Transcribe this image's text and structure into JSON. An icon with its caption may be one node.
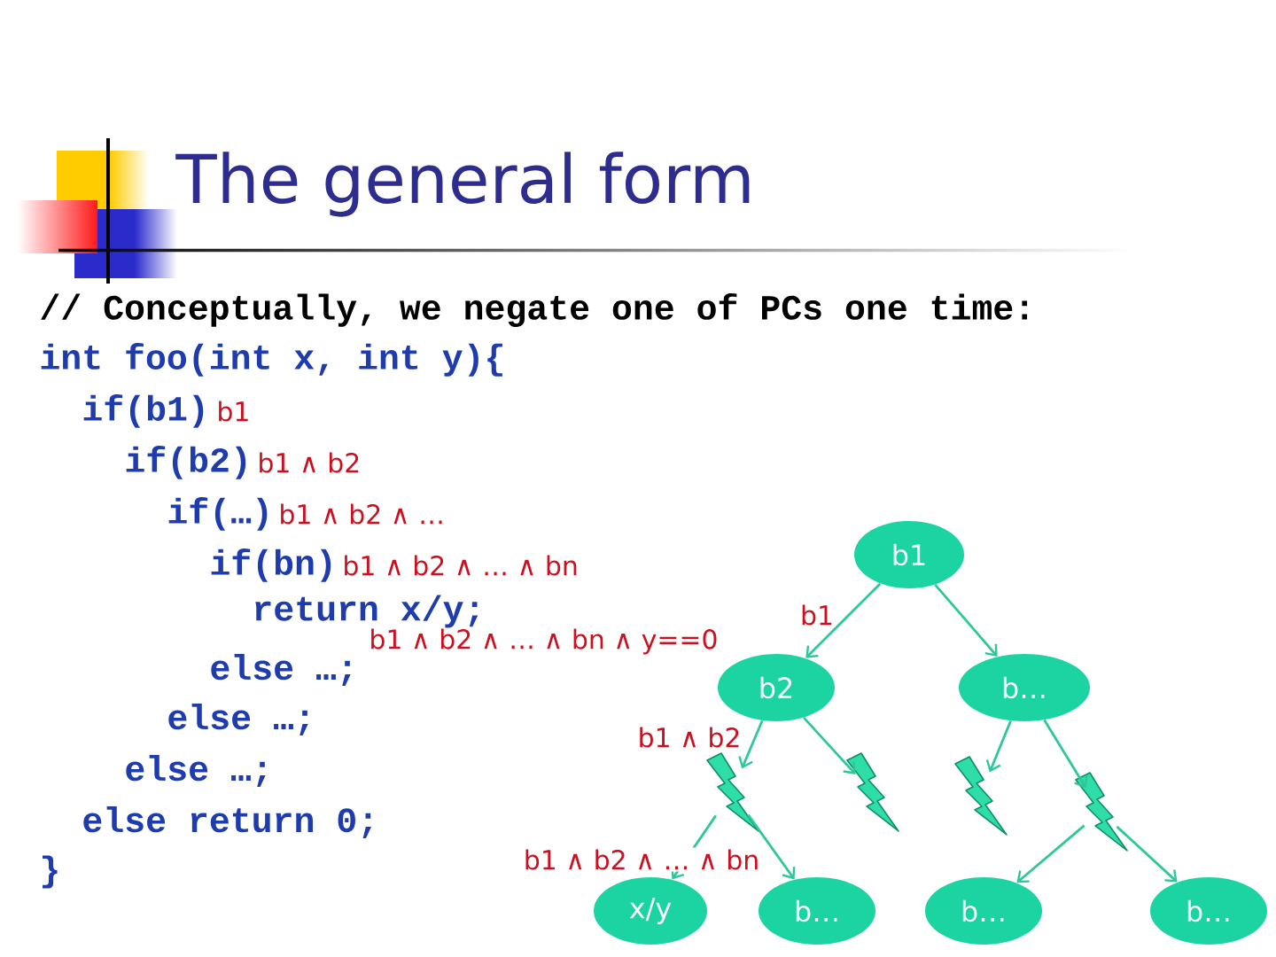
{
  "diagram": {
    "title": "The general form",
    "nodes": [
      {
        "text": [
          "b1"
        ]
      },
      {
        "text": [
          "b2"
        ]
      },
      {
        "text": [
          "b…"
        ]
      },
      {
        "text": [],
        "shape": "lightning"
      },
      {
        "text": [],
        "shape": "lightning"
      },
      {
        "text": [],
        "shape": "lightning"
      },
      {
        "text": [],
        "shape": "lightning"
      },
      {
        "text": [
          "x/y"
        ]
      },
      {
        "text": [
          "b…"
        ]
      },
      {
        "text": [
          "b…"
        ]
      },
      {
        "text": [
          "b…"
        ]
      }
    ],
    "edges": [
      {
        "from": 0,
        "to": 1,
        "arrow": "to",
        "label": "b1"
      },
      {
        "from": 0,
        "to": 2,
        "arrow": "to"
      },
      {
        "from": 1,
        "to": 3,
        "arrow": "to",
        "label": "b1 ∧ b2"
      },
      {
        "from": 1,
        "to": 4,
        "arrow": "to"
      },
      {
        "from": 2,
        "to": 5,
        "arrow": "to"
      },
      {
        "from": 2,
        "to": 6,
        "arrow": "to"
      },
      {
        "from": 3,
        "to": 7,
        "arrow": "to",
        "label": "b1 ∧ b2 ∧ … ∧ bn"
      },
      {
        "from": 3,
        "to": 8,
        "arrow": "to"
      },
      {
        "from": 6,
        "to": 9,
        "arrow": "to"
      },
      {
        "from": 6,
        "to": 10,
        "arrow": "to"
      }
    ],
    "labels": [
      "// Conceptually, we negate one of PCs one time:",
      "int foo(int x, int y){",
      "if(b1)",
      "b1",
      "if(b2)",
      "b1 ∧ b2",
      "if(…)",
      "b1 ∧ b2 ∧ …",
      "if(bn)",
      "b1 ∧ b2 ∧ … ∧ bn",
      "return x/y;",
      "b1 ∧ b2 ∧ … ∧ bn ∧ y==0",
      "else …;",
      "else …;",
      "else …;",
      "else return 0;",
      "}"
    ]
  }
}
